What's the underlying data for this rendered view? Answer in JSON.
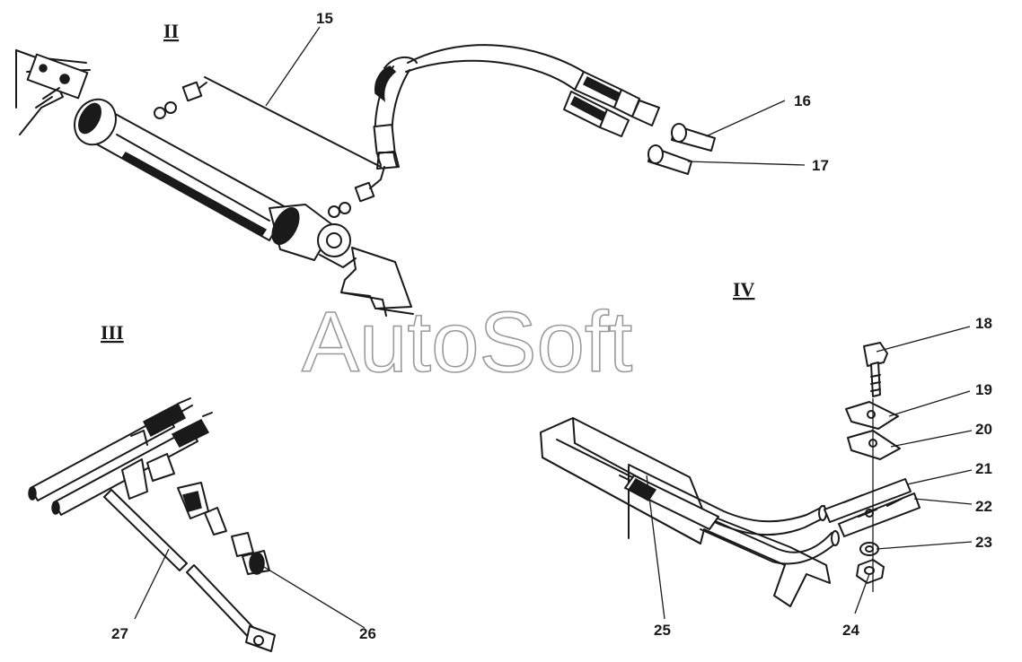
{
  "views": {
    "view_2": "II",
    "view_3": "III",
    "view_4": "IV"
  },
  "callouts": {
    "c15": "15",
    "c16": "16",
    "c17": "17",
    "c18": "18",
    "c19": "19",
    "c20": "20",
    "c21": "21",
    "c22": "22",
    "c23": "23",
    "c24": "24",
    "c25": "25",
    "c26": "26",
    "c27": "27"
  },
  "watermark": "AutoSoft"
}
